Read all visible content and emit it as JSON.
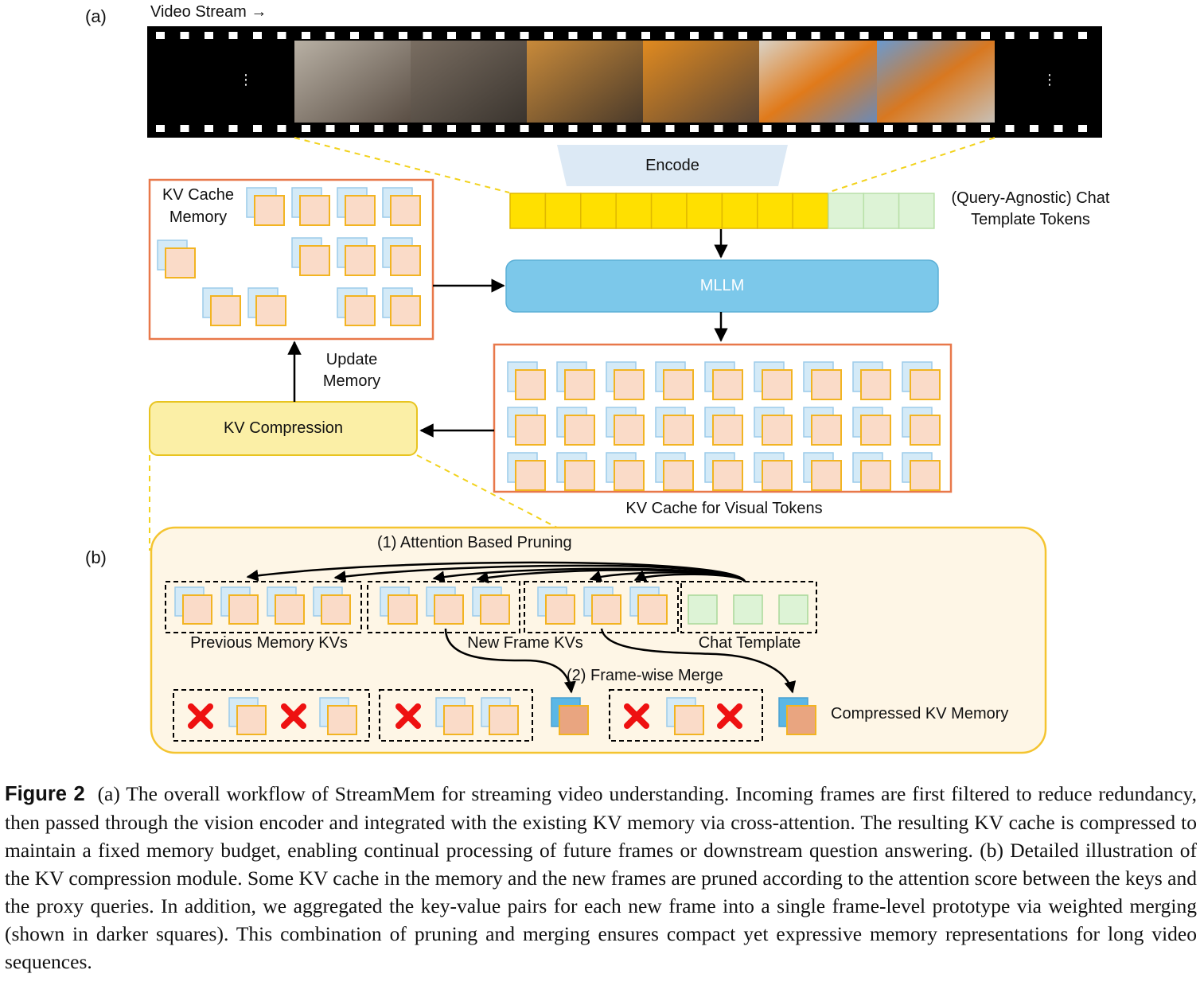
{
  "panel_a": {
    "label": "(a)",
    "video_stream": "Video Stream →",
    "ellipsis_left": "⋮",
    "ellipsis_right": "⋮",
    "encode": "Encode",
    "chat_tokens_line1": "(Query-Agnostic) Chat",
    "chat_tokens_line2": "Template Tokens",
    "kv_memory_line1": "KV Cache",
    "kv_memory_line2": "Memory",
    "mllm": "MLLM",
    "update_line1": "Update",
    "update_line2": "Memory",
    "kv_compression": "KV Compression",
    "kv_visual": "KV Cache  for Visual Tokens"
  },
  "panel_b": {
    "label": "(b)",
    "attention_pruning": "(1) Attention Based Pruning",
    "previous_memory": "Previous Memory KVs",
    "new_frame": "New Frame KVs",
    "chat_template": "Chat Template",
    "frame_merge": "(2) Frame-wise Merge",
    "compressed": "Compressed KV Memory"
  },
  "caption": {
    "figure_label": "Figure 2",
    "text": "(a) The overall workflow of StreamMem for streaming video understanding. Incoming frames are first filtered to reduce redundancy, then passed through the vision encoder and integrated with the existing KV memory via cross-attention. The resulting KV cache is compressed to maintain a fixed memory budget, enabling continual processing of future frames or downstream question answering. (b) Detailed illustration of the KV compression module. Some KV cache in the memory and the new frames are pruned according to the attention score between the keys and the proxy queries. In addition, we aggregated the key-value pairs for each new frame into a single frame-level prototype via weighted merging (shown in darker squares). This combination of pruning and merging ensures compact yet expressive memory representations for long video sequences."
  },
  "colors": {
    "visual_token": "#FFE000",
    "chat_token": "#DDF3D6",
    "key_square": "#D4EAF7",
    "value_square": "#FADBC8",
    "key_merged": "#5BB7E6",
    "value_merged": "#E9A580",
    "mllm": "#7CC8EA",
    "kv_compression": "#FBEFA6",
    "box_border": "#E8784A",
    "panel_b_bg": "#FEF6E6",
    "panel_b_border": "#F4C430",
    "prune_mark": "#EE1111"
  },
  "icons": [
    "film-strip",
    "delete-x-icon",
    "arrow-icon"
  ]
}
